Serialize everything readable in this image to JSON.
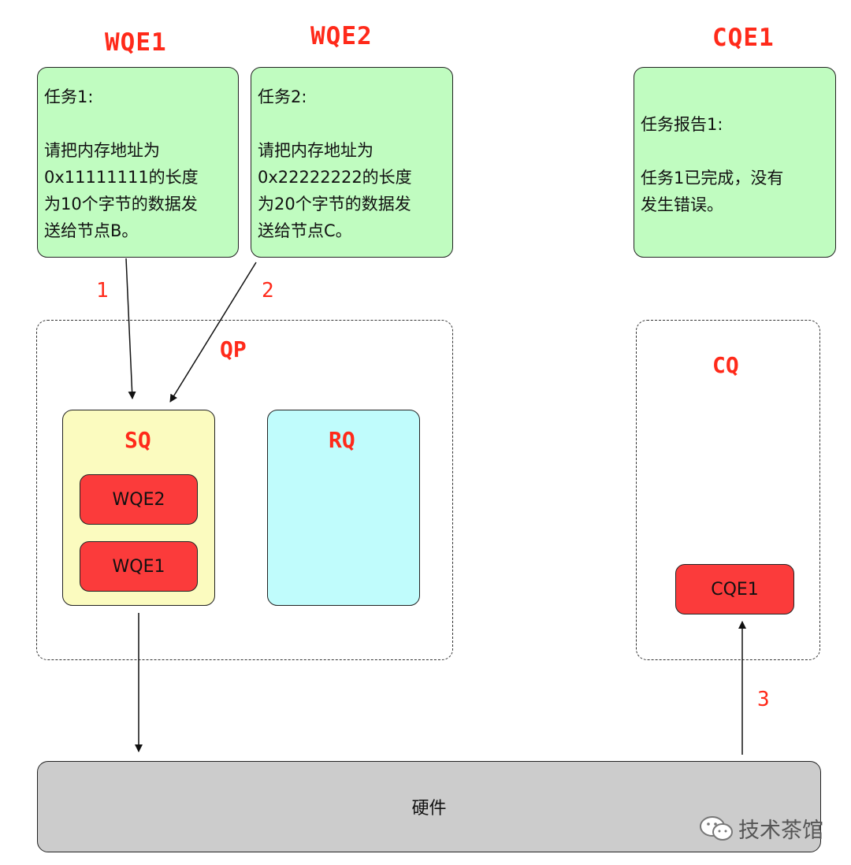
{
  "labels": {
    "wqe1": "WQE1",
    "wqe2": "WQE2",
    "cqe1": "CQE1",
    "qp": "QP",
    "sq": "SQ",
    "rq": "RQ",
    "cq": "CQ",
    "step1": "1",
    "step2": "2",
    "step3": "3"
  },
  "boxes": {
    "task1": "任务1:\n\n请把内存地址为\n0x11111111的长度\n为10个字节的数据发\n送给节点B。",
    "task2": "任务2:\n\n请把内存地址为\n0x22222222的长度\n为20个字节的数据发\n送给节点C。",
    "report1": "任务报告1:\n\n任务1已完成，没有\n发生错误。"
  },
  "queue_items": {
    "sq_top": "WQE2",
    "sq_bottom": "WQE1",
    "cq_item": "CQE1"
  },
  "hardware": "硬件",
  "watermark": "技术茶馆",
  "colors": {
    "task_box": "#c0fcc0",
    "sq_fill": "#fbfbbf",
    "rq_fill": "#c0fcfc",
    "item_fill": "#fb3b3b",
    "hardware_fill": "#cccccc",
    "label_red": "#ff2a1a"
  }
}
